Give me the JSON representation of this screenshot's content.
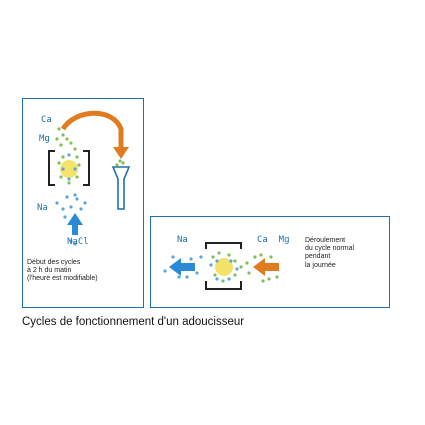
{
  "caption": "Cycles de fonctionnement d'un adoucisseur",
  "left_panel": {
    "labels": {
      "ca": "Ca",
      "mg": "Mg",
      "na": "Na",
      "nacl": "NaCl"
    },
    "text_lines": [
      "Début des cycles",
      "à 2 h du matin",
      "(l'heure est modifiable)"
    ]
  },
  "right_panel": {
    "labels": {
      "na": "Na",
      "ca_mg": "Ca  Mg"
    },
    "text_lines": [
      "Déroulement",
      "du cycle normal",
      "pendant",
      "la journée"
    ]
  },
  "colors": {
    "frame": "#1f6fb0",
    "arrow_orange": "#e07b1f",
    "arrow_blue": "#2a8ad6",
    "ion_green": "#7fbf5a",
    "ion_blue": "#5aa6dc",
    "resin_yellow": "#f4e36a"
  }
}
